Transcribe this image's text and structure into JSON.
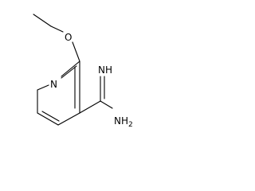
{
  "molecule": {
    "atoms": {
      "oxygen": "O",
      "ring_nitrogen": "N",
      "imine": "NH",
      "amine": "NH2",
      "amine_subscript": "2"
    }
  },
  "colors": {
    "bond": "#000000",
    "background": "#ffffff"
  }
}
